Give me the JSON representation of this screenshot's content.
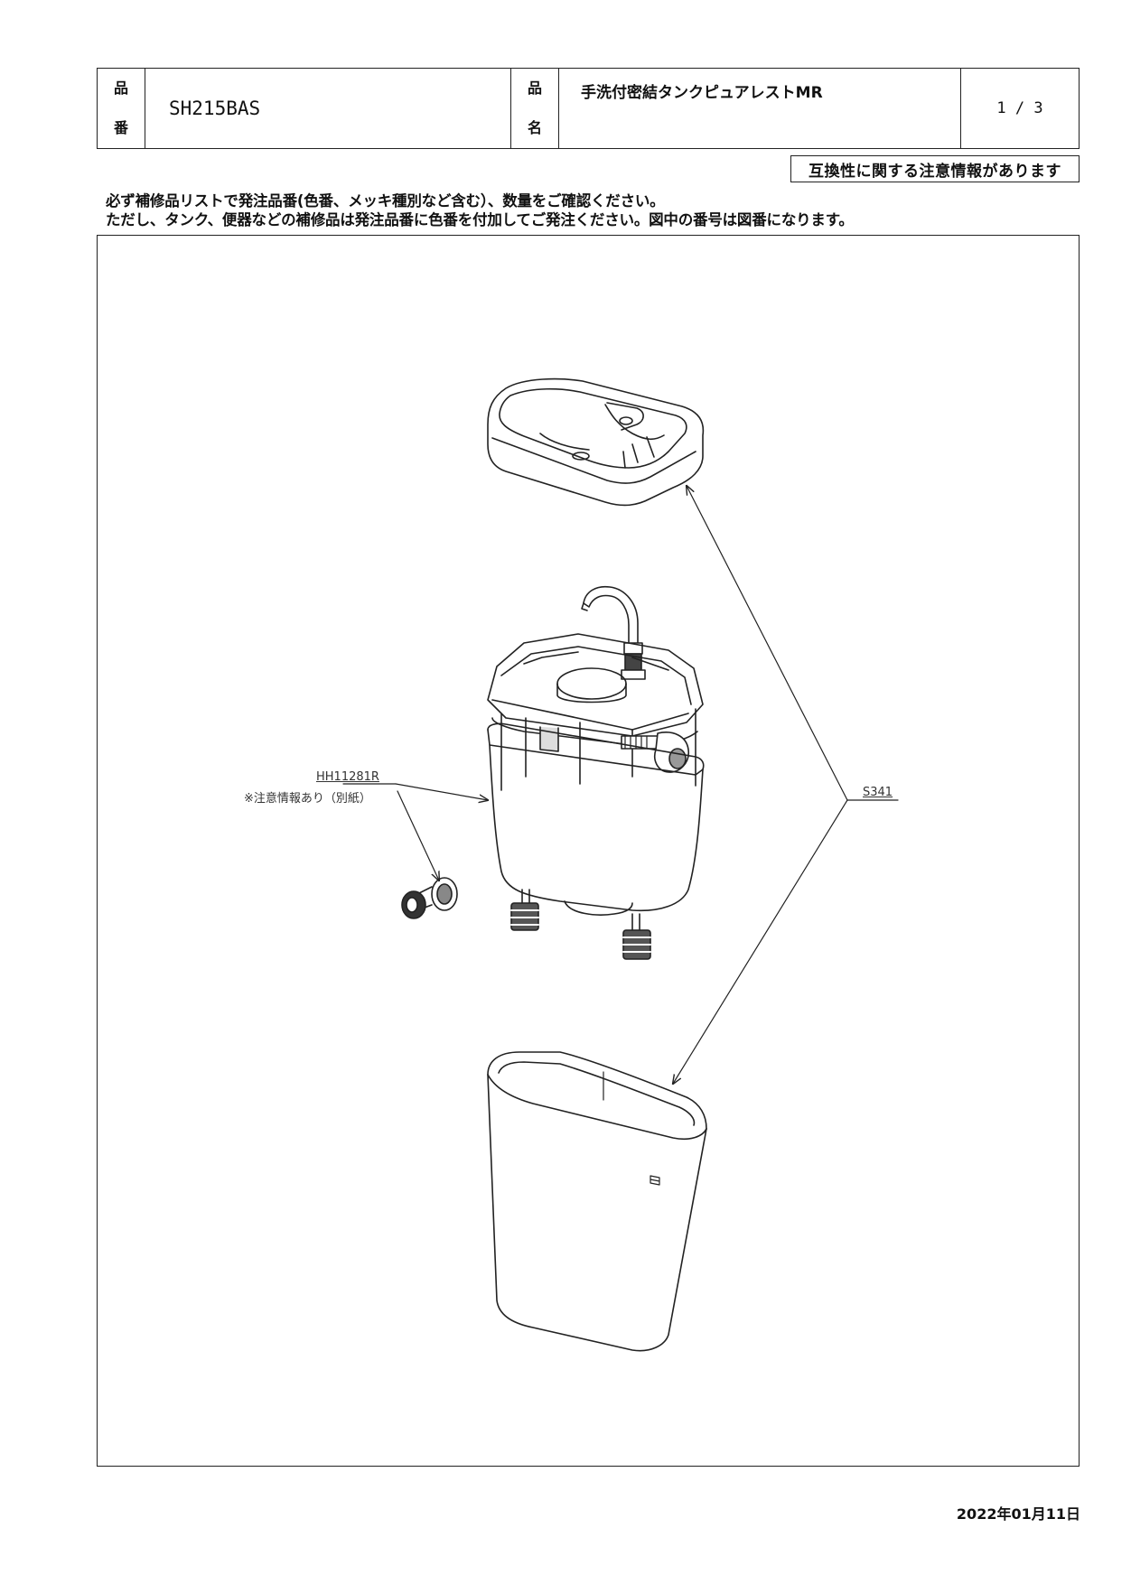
{
  "header": {
    "code_label_1": "品",
    "code_label_2": "番",
    "product_code": "SH215BAS",
    "name_label_1": "品",
    "name_label_2": "名",
    "product_name": "手洗付密結タンクピュアレストMR",
    "page": "1 / 3"
  },
  "notice": "互換性に関する注意情報があります",
  "instructions": [
    "必ず補修品リストで発注品番(色番、メッキ種別など含む）、数量をご確認ください。",
    "ただし、タンク、便器などの補修品は発注品番に色番を付加してご発注ください。図中の番号は図番になります。"
  ],
  "parts": {
    "part1_number": "HH11281R",
    "part1_note": "※注意情報あり（別紙）",
    "part2_number": "S341"
  },
  "date": "2022年01月11日"
}
